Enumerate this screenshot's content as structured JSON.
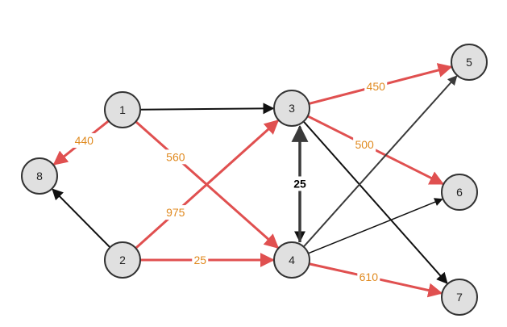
{
  "colors": {
    "highlight_edge": "#e05050",
    "normal_edge": "#111111",
    "gray_edge": "#3a3a3a",
    "weight_text": "#e08a20",
    "bold_weight_text": "#000000",
    "node_fill": "#e0e0e0",
    "node_stroke": "#333333"
  },
  "nodes": [
    {
      "id": "1",
      "label": "1"
    },
    {
      "id": "2",
      "label": "2"
    },
    {
      "id": "3",
      "label": "3"
    },
    {
      "id": "4",
      "label": "4"
    },
    {
      "id": "5",
      "label": "5"
    },
    {
      "id": "6",
      "label": "6"
    },
    {
      "id": "7",
      "label": "7"
    },
    {
      "id": "8",
      "label": "8"
    }
  ],
  "edges": [
    {
      "from": "1",
      "to": "3",
      "style": "normal",
      "weight": ""
    },
    {
      "from": "1",
      "to": "8",
      "style": "highlight",
      "weight": "440"
    },
    {
      "from": "1",
      "to": "4",
      "style": "highlight",
      "weight": "560"
    },
    {
      "from": "2",
      "to": "8",
      "style": "normal",
      "weight": ""
    },
    {
      "from": "2",
      "to": "3",
      "style": "highlight",
      "weight": "975"
    },
    {
      "from": "2",
      "to": "4",
      "style": "highlight",
      "weight": "25"
    },
    {
      "from": "3",
      "to": "4",
      "style": "normal",
      "weight": "25"
    },
    {
      "from": "4",
      "to": "3",
      "style": "gray-bold",
      "weight": ""
    },
    {
      "from": "3",
      "to": "5",
      "style": "highlight",
      "weight": "450"
    },
    {
      "from": "3",
      "to": "6",
      "style": "highlight",
      "weight": "500"
    },
    {
      "from": "3",
      "to": "7",
      "style": "normal",
      "weight": ""
    },
    {
      "from": "4",
      "to": "5",
      "style": "gray",
      "weight": ""
    },
    {
      "from": "4",
      "to": "6",
      "style": "normal-thin",
      "weight": ""
    },
    {
      "from": "4",
      "to": "7",
      "style": "highlight",
      "weight": "610"
    }
  ]
}
